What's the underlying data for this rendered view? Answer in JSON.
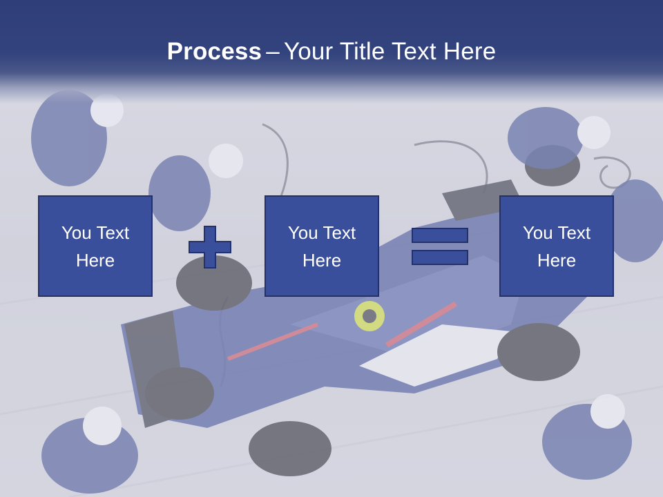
{
  "slide": {
    "title_bold": "Process",
    "title_separator": "–",
    "title_rest": "Your Title Text Here"
  },
  "process": {
    "boxes": [
      {
        "text": "You Text Here"
      },
      {
        "text": "You Text Here"
      },
      {
        "text": "You Text Here"
      }
    ],
    "operators": [
      "plus-icon",
      "equals-icon"
    ]
  },
  "colors": {
    "title_band": "#33437d",
    "box_fill": "#3a4f9b",
    "box_border": "#24306a",
    "operator_fill": "#3a4f9b",
    "text": "#ffffff"
  }
}
